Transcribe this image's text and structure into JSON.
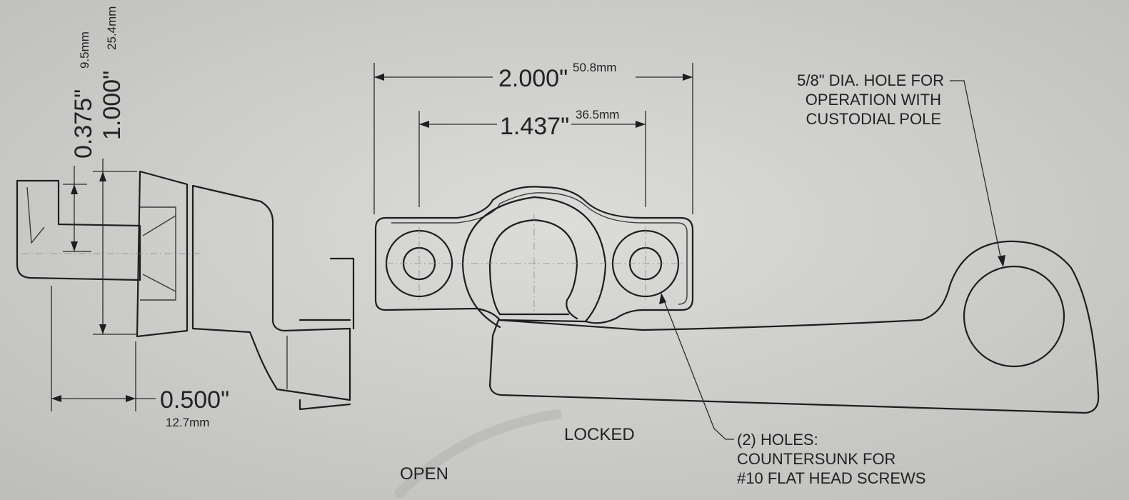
{
  "dimensions": {
    "hook_depth": {
      "value": "0.375\"",
      "metric": "9.5mm"
    },
    "side_height": {
      "value": "1.000\"",
      "metric": "25.4mm"
    },
    "side_width": {
      "value": "0.500\"",
      "metric": "12.7mm"
    },
    "overall_width": {
      "value": "2.000\"",
      "metric": "50.8mm"
    },
    "hole_spacing": {
      "value": "1.437\"",
      "metric": "36.5mm"
    }
  },
  "notes": {
    "pole_hole": [
      "5/8\" DIA. HOLE FOR",
      "OPERATION WITH",
      "CUSTODIAL POLE"
    ],
    "screw_holes": [
      "(2) HOLES:",
      "COUNTERSUNK FOR",
      "#10 FLAT HEAD SCREWS"
    ]
  },
  "states": {
    "locked": "LOCKED",
    "open": "OPEN"
  }
}
